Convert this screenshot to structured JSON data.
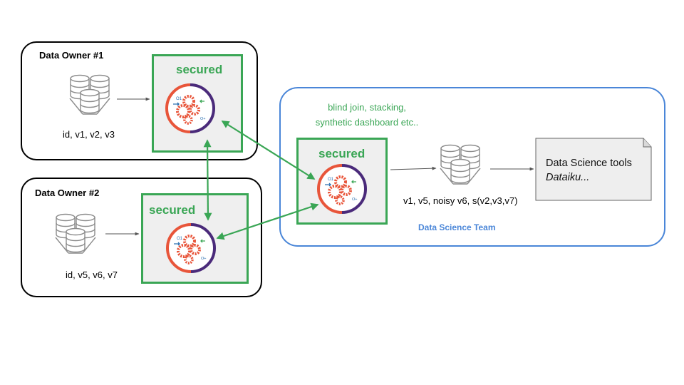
{
  "data_owner_1": {
    "title": "Data Owner #1",
    "variables": "id, v1, v2, v3",
    "secured_label": "secured"
  },
  "data_owner_2": {
    "title": "Data Owner #2",
    "variables": "id, v5, v6, v7",
    "secured_label": "secured"
  },
  "data_science_team": {
    "title": "Data Science Team",
    "operations_line1": "blind join, stacking,",
    "operations_line2": "synthetic dashboard etc..",
    "secured_label": "secured",
    "variables": "v1, v5, noisy v6, s(v2,v3,v7)",
    "tools_line1": "Data Science tools",
    "tools_line2": "Dataiku..."
  },
  "colors": {
    "secure_green": "#3aa655",
    "team_blue": "#4a86d8",
    "enclave_orange": "#e8553a",
    "enclave_purple": "#4a2a7a",
    "database_gray": "#8c8c8c"
  },
  "icons": [
    "database-icon",
    "secure-enclave-icon",
    "document-icon"
  ]
}
